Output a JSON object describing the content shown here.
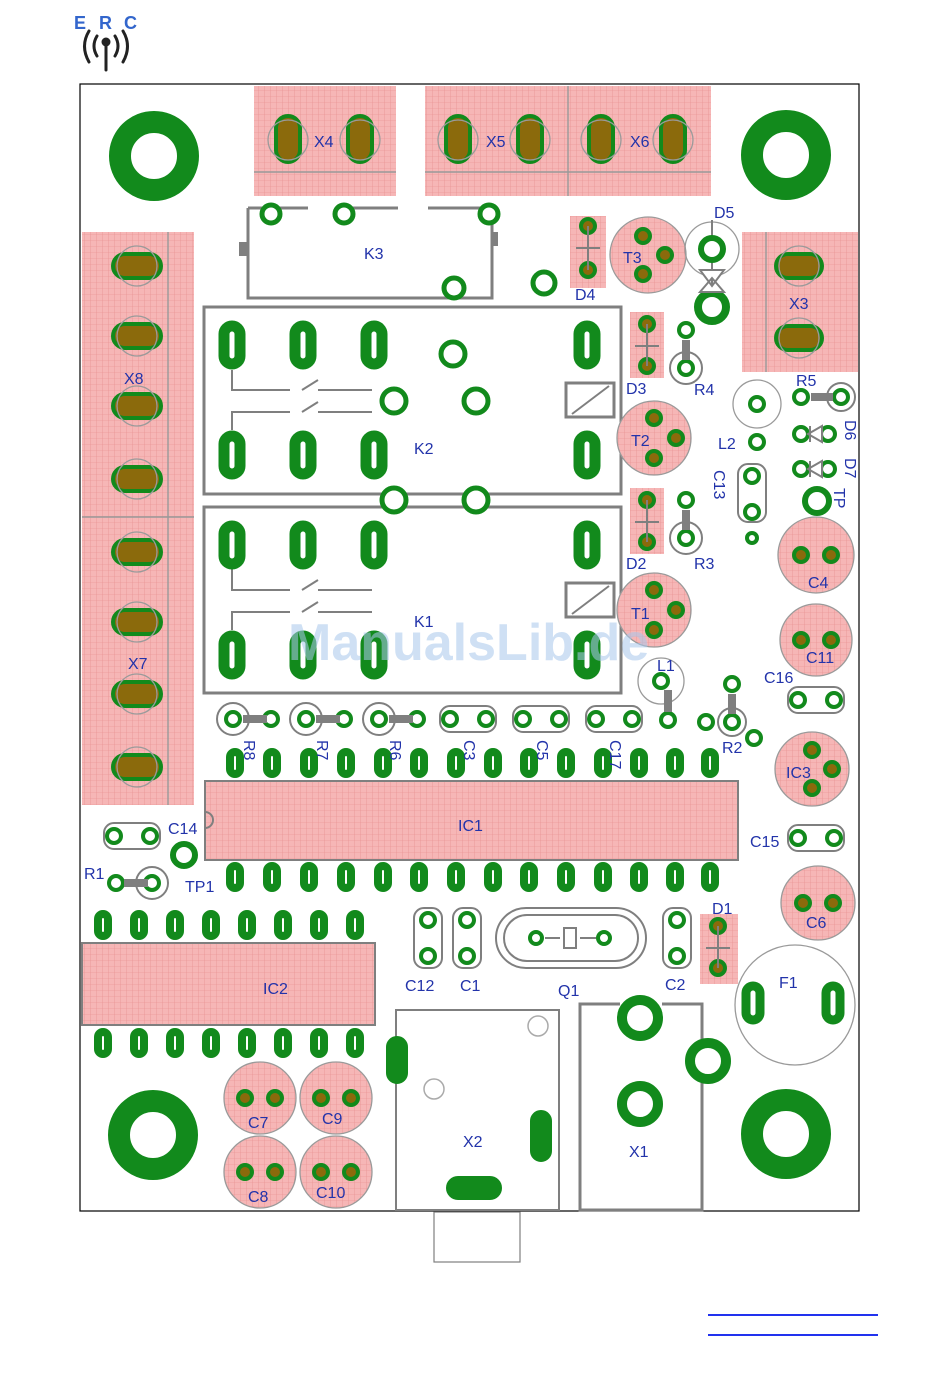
{
  "logo": {
    "letters": [
      "E",
      "R",
      "C"
    ],
    "icon": "antenna-radio-icon"
  },
  "watermark": "ManualsLib.de",
  "colors": {
    "pad": "#128a1c",
    "silk": "#7f7f7f",
    "highlight": "#f3a7a7",
    "outline": "#000000",
    "label": "#2233aa"
  },
  "terminals": [
    "X4",
    "X5",
    "X6",
    "X3",
    "X8",
    "X7"
  ],
  "relays": [
    "K3",
    "K2",
    "K1"
  ],
  "ics": [
    "IC1",
    "IC2",
    "IC3"
  ],
  "transistors": [
    "T1",
    "T2",
    "T3"
  ],
  "diodes": [
    "D1",
    "D2",
    "D3",
    "D4",
    "D5",
    "D6",
    "D7"
  ],
  "resistors": [
    "R1",
    "R2",
    "R3",
    "R4",
    "R5",
    "R6",
    "R7",
    "R8"
  ],
  "capacitors": [
    "C1",
    "C2",
    "C3",
    "C4",
    "C5",
    "C6",
    "C7",
    "C8",
    "C9",
    "C10",
    "C11",
    "C12",
    "C13",
    "C14",
    "C15",
    "C16",
    "C17"
  ],
  "inductors": [
    "L1",
    "L2"
  ],
  "testpoints": [
    "TP1",
    "TP"
  ],
  "others": {
    "fuse": "F1",
    "crystal": "Q1",
    "connector_x1": "X1",
    "connector_x2": "X2"
  },
  "footer": {
    "links": [
      "",
      ""
    ]
  }
}
